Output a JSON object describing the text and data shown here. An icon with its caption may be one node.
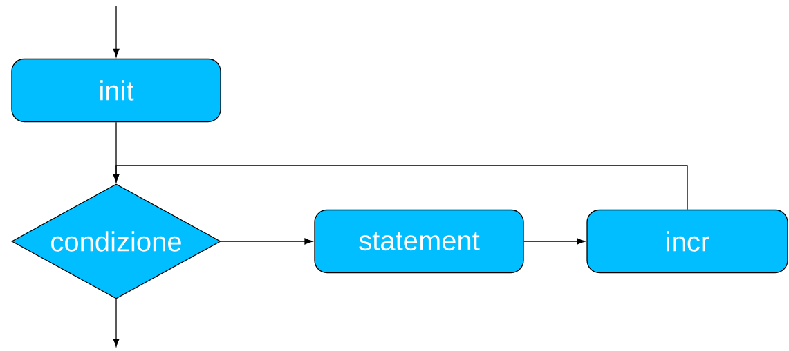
{
  "diagram": {
    "nodes": [
      {
        "text": [
          "init"
        ]
      },
      {
        "text": [
          "condizione"
        ]
      },
      {
        "text": [
          "statement"
        ]
      },
      {
        "text": [
          "incr"
        ]
      }
    ],
    "edges": [
      {
        "from": null,
        "to": 0,
        "arrow": "to"
      },
      {
        "from": 0,
        "to": 1,
        "arrow": "to"
      },
      {
        "from": 3,
        "to": 1,
        "arrow": "to"
      },
      {
        "from": 1,
        "to": 2,
        "arrow": "to"
      },
      {
        "from": 2,
        "to": 3,
        "arrow": "to"
      },
      {
        "from": 1,
        "to": null,
        "arrow": "to"
      }
    ]
  }
}
